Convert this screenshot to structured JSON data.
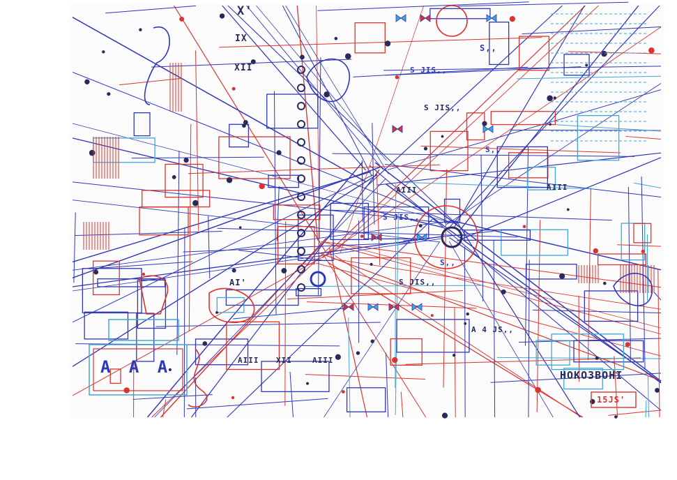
{
  "colors": {
    "paper": "#fbfbfb",
    "blue": "#2e37b8",
    "red": "#d9342e",
    "cyan": "#3fa7d8",
    "dark": "#2a2a5a"
  },
  "labels": {
    "top_x": "X'",
    "roman_ix": "IX",
    "roman_xii": "XII",
    "s_top": "S,,",
    "s_vertical": "S JIS,,",
    "s_mid_row": "S JIS,,",
    "ai_left": "AI'",
    "aii_center": "AIII",
    "aiii_right": "AIII",
    "s_center": "S JIS,,",
    "s_right": "S,,",
    "s_right2": "S,,",
    "aai": "A 4 JS,,",
    "s_row_lower": "S JIS,,",
    "aiii_bottom1": "AIII",
    "xii_bottom": "XII",
    "aiii_bottom2": "AIII",
    "aaa_box": "A A A",
    "signature": "НОКОЗВОНІ",
    "code_box": "15JS'"
  }
}
